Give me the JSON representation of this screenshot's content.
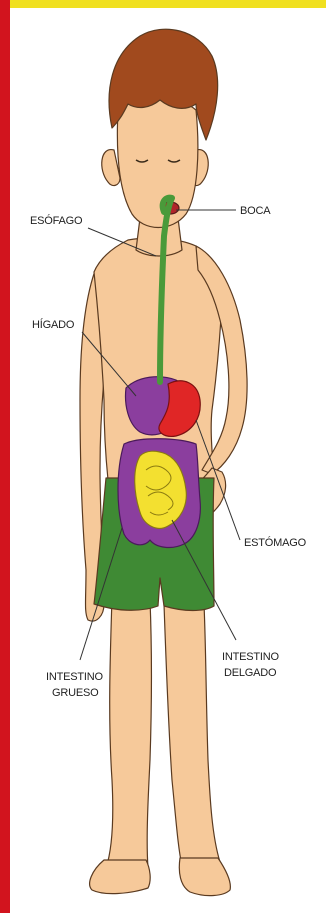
{
  "labels": {
    "boca": "BOCA",
    "esofago": "ESÓFAGO",
    "higado": "HÍGADO",
    "estomago": "ESTÓMAGO",
    "intestino_delgado_1": "INTESTINO",
    "intestino_delgado_2": "DELGADO",
    "intestino_grueso_1": "INTESTINO",
    "intestino_grueso_2": "GRUESO"
  },
  "colors": {
    "border_left": "#d2141e",
    "border_top": "#f0e020",
    "skin": "#f6c99a",
    "hair": "#a14a1e",
    "shorts": "#3f8a34",
    "esophagus": "#4a9a3a",
    "liver": "#8b3e9e",
    "stomach": "#e02626",
    "small_intestine": "#f3e030",
    "large_intestine": "#8b3e9e",
    "leader_line": "#333333"
  }
}
